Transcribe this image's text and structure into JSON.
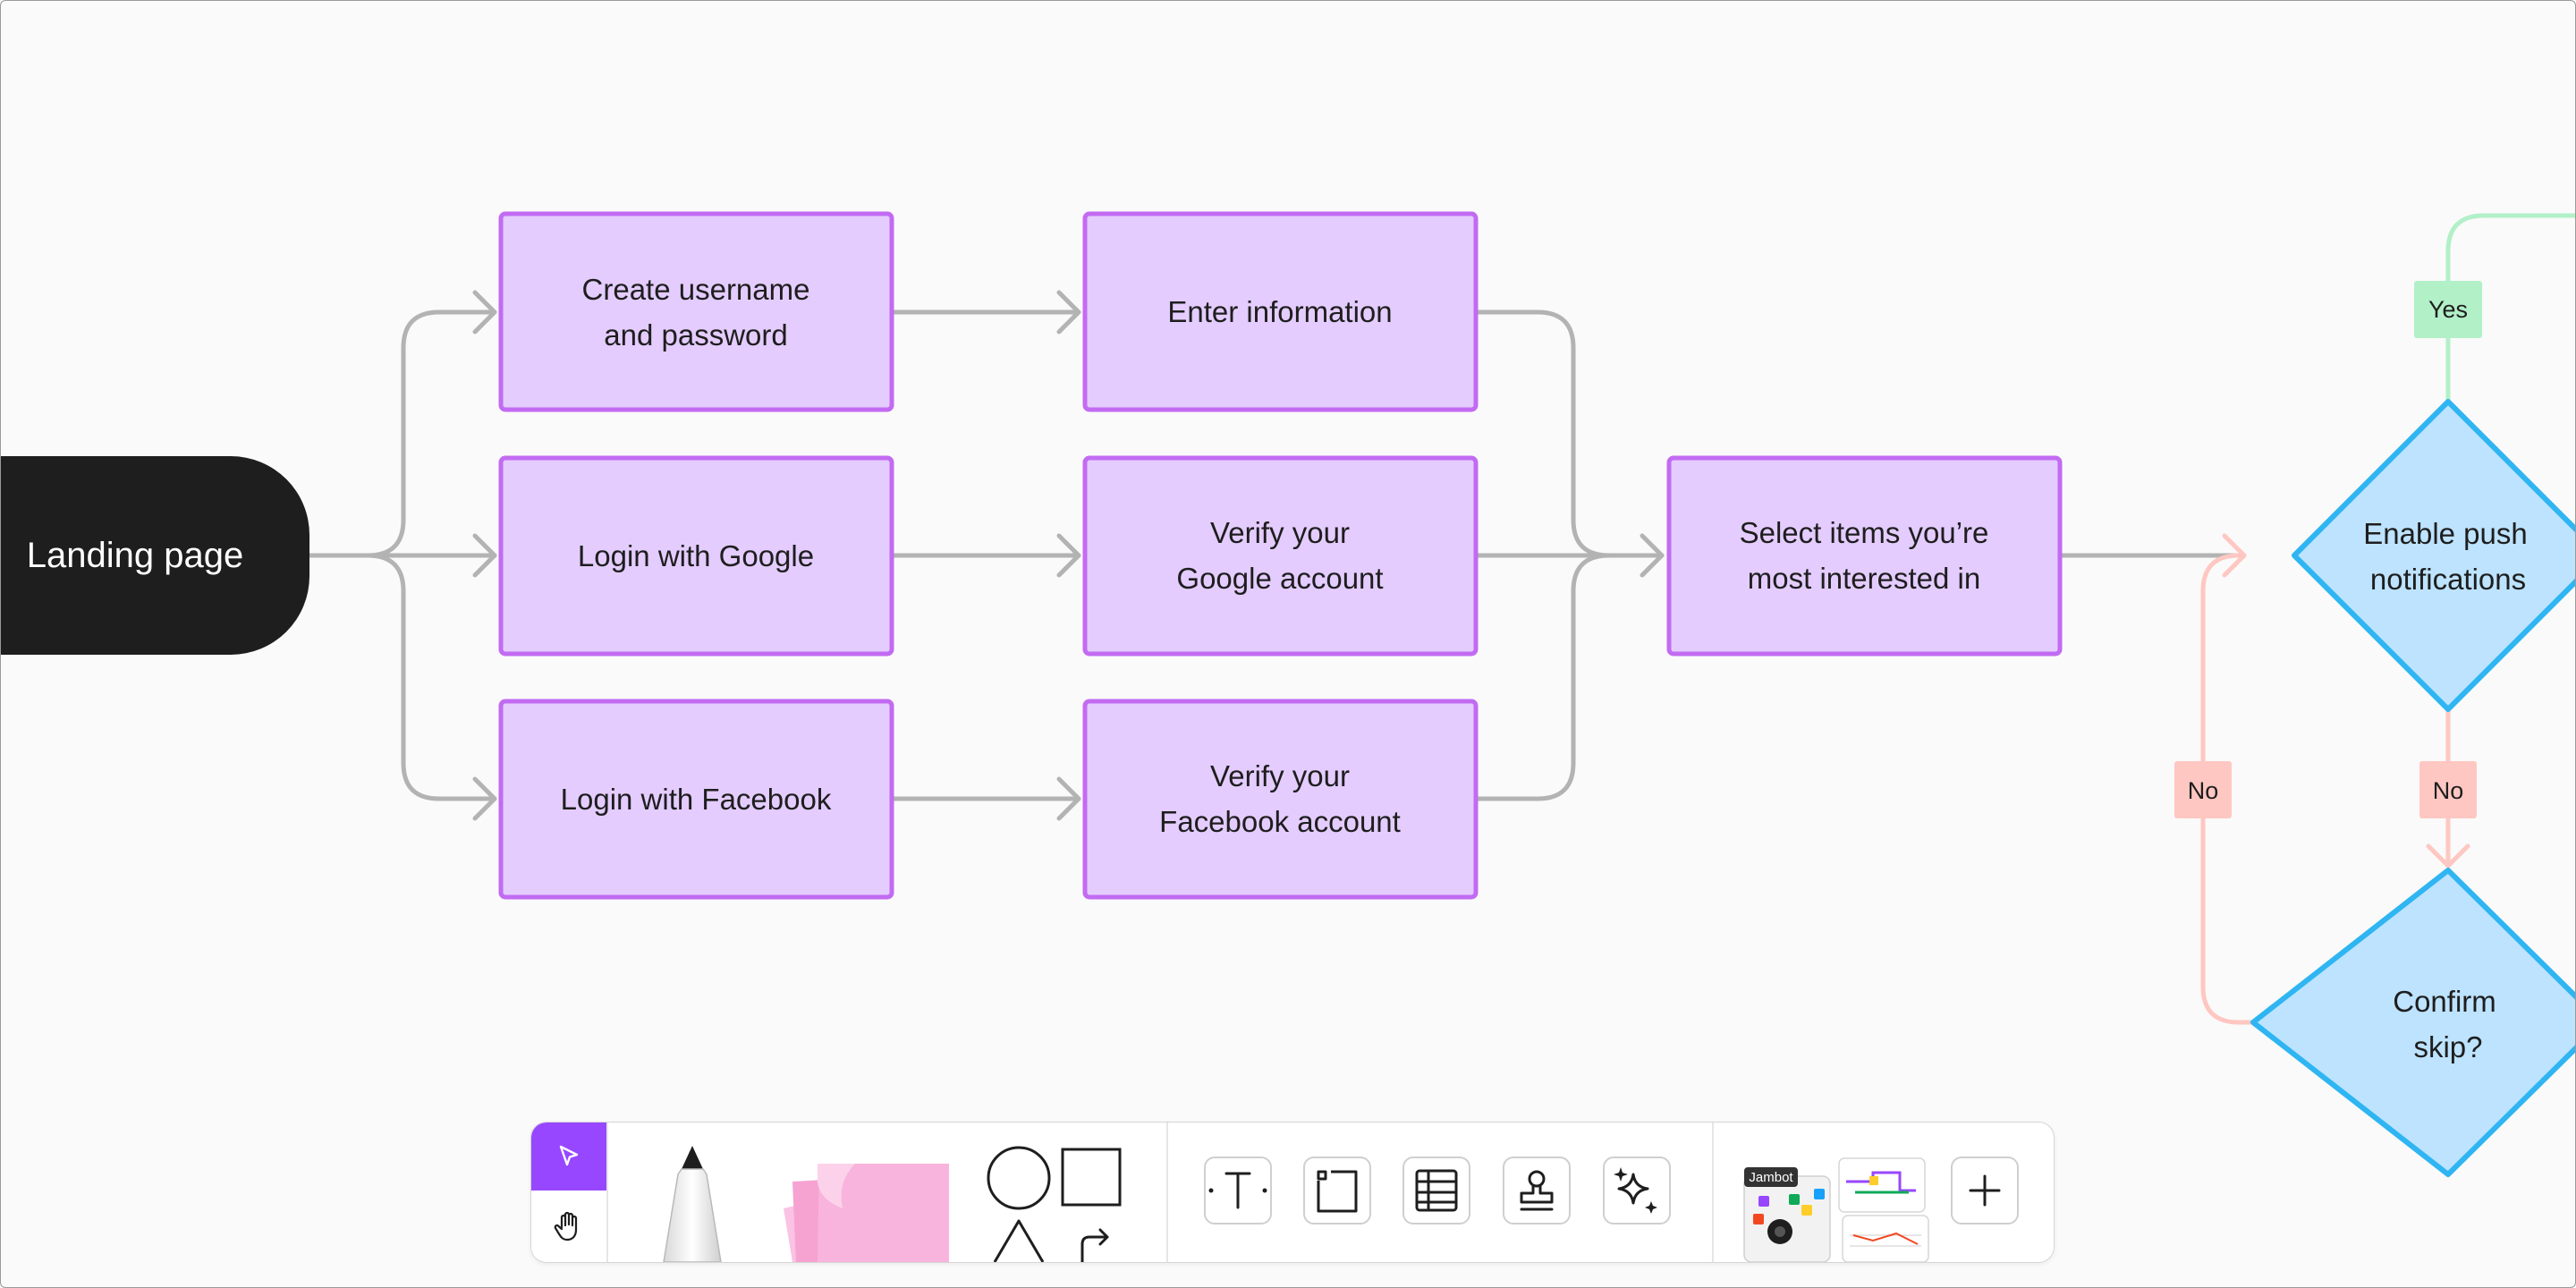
{
  "flowchart": {
    "start": "Landing page",
    "nodes": {
      "create_account": [
        "Create username",
        "and password"
      ],
      "login_google": [
        "Login with Google"
      ],
      "login_facebook": [
        "Login with Facebook"
      ],
      "enter_info": [
        "Enter information"
      ],
      "verify_google": [
        "Verify your",
        "Google account"
      ],
      "verify_facebook": [
        "Verify your",
        "Facebook account"
      ],
      "select_items": [
        "Select items you’re",
        "most interested in"
      ],
      "enable_push": [
        "Enable push",
        "notifications"
      ],
      "confirm_skip": [
        "Confirm",
        "skip?"
      ]
    },
    "labels": {
      "yes": "Yes",
      "no_down": "No",
      "no_back": "No"
    }
  },
  "toolbar": {
    "tools": [
      {
        "name": "select",
        "icon": "cursor-arrow-icon",
        "active": true
      },
      {
        "name": "hand",
        "icon": "hand-icon"
      },
      {
        "name": "marker",
        "icon": "marker-pen-icon"
      },
      {
        "name": "sticky",
        "icon": "sticky-note-icon"
      },
      {
        "name": "shapes",
        "icon": "shapes-icon"
      },
      {
        "name": "text",
        "icon": "text-tool-icon"
      },
      {
        "name": "section",
        "icon": "section-icon"
      },
      {
        "name": "table",
        "icon": "table-icon"
      },
      {
        "name": "stamp",
        "icon": "stamp-icon"
      },
      {
        "name": "ai",
        "icon": "sparkle-icon"
      },
      {
        "name": "templates",
        "icon": "templates-icon"
      },
      {
        "name": "more",
        "icon": "plus-icon"
      }
    ],
    "templates_sticker_text": "Jambot"
  },
  "colors": {
    "canvas": "#fafafa",
    "node_fill": "#e4ccff",
    "node_stroke": "#c26bf2",
    "start_fill": "#1e1e1e",
    "decision_fill": "#bde3ff",
    "decision_stroke": "#2fb5f2",
    "connector": "#b3b3b3",
    "yes": "#b2f0c8",
    "no": "#ffc7c2",
    "accent": "#9747ff"
  }
}
